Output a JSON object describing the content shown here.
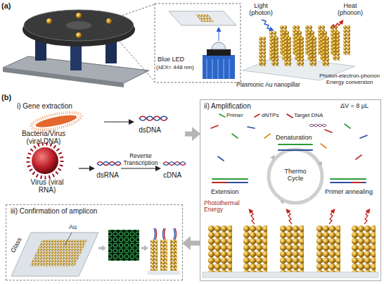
{
  "diagram": {
    "nodes": [
      {
        "text": [
          "i) Gene extraction"
        ]
      },
      {
        "text": [
          "Bacteria/Virus (viral DNA)"
        ],
        "in": 0
      },
      {
        "text": [
          "dsDNA"
        ],
        "in": 0
      },
      {
        "text": [
          "Virus (viral RNA)"
        ],
        "in": 0
      },
      {
        "text": [
          "dsRNA"
        ],
        "in": 0
      },
      {
        "text": [
          "cDNA"
        ],
        "in": 0
      },
      {
        "text": [
          "ii) Amplification"
        ]
      },
      {
        "text": [
          "iii) Confirmation of amplicon"
        ]
      }
    ],
    "edges": [
      {
        "from": 1,
        "to": 2,
        "arrow": "to"
      },
      {
        "from": 3,
        "to": 4,
        "arrow": "to"
      },
      {
        "from": 4,
        "to": 5,
        "label": "Reverse Transcription",
        "arrow": "to"
      },
      {
        "from": 0,
        "to": 6,
        "arrow": "to"
      },
      {
        "from": 6,
        "to": 7,
        "arrow": "to"
      }
    ],
    "labels": [
      "(a)",
      "Blue LED",
      "(λEX= 448 nm)",
      "Light (photon)",
      "Heat (phonon)",
      "Plasmonic Au nanopillar",
      "Photon-electron-phonon Energy conversion",
      "(b)",
      "ΔV = 8 μL",
      "Primer",
      "dNTPs",
      "Target DNA",
      "Denaturation",
      "Thermo Cycle",
      "Extension",
      "Primer annealing",
      "Photothermal Energy",
      "Glass",
      "Au"
    ]
  }
}
